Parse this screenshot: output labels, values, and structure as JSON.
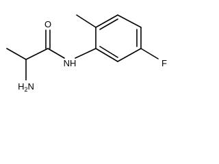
{
  "molecule": {
    "labels": {
      "oxygen": "O",
      "nitrogen_amide": "NH",
      "amine_h": "H",
      "amine_subscript": "2",
      "amine_n": "N",
      "fluorine": "F"
    }
  }
}
